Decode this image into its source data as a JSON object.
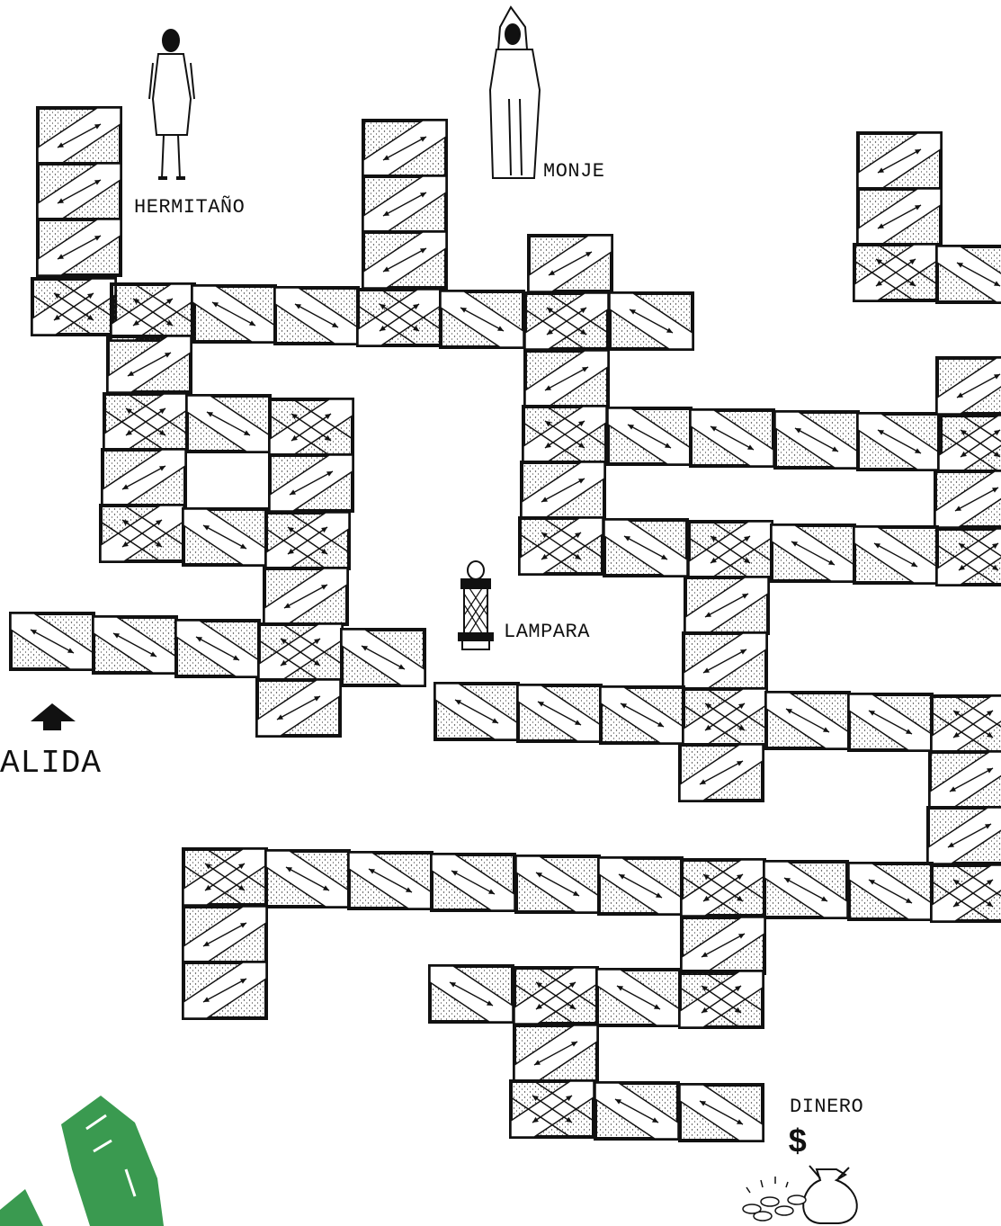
{
  "labels": {
    "hermitano": "HERMITAÑO",
    "monje": "MONJE",
    "lampara": "LAMPARA",
    "salida": "ALIDA",
    "dinero": "DINERO",
    "dollar": "$"
  },
  "icons": [
    "hermit-figure",
    "monk-figure",
    "lamp-icon",
    "money-bag-icon",
    "coins-icon",
    "up-arrow-icon",
    "green-grass-decoration"
  ],
  "colors": {
    "ink": "#111111",
    "paper": "#ffffff",
    "grass": "#3a9a50"
  }
}
